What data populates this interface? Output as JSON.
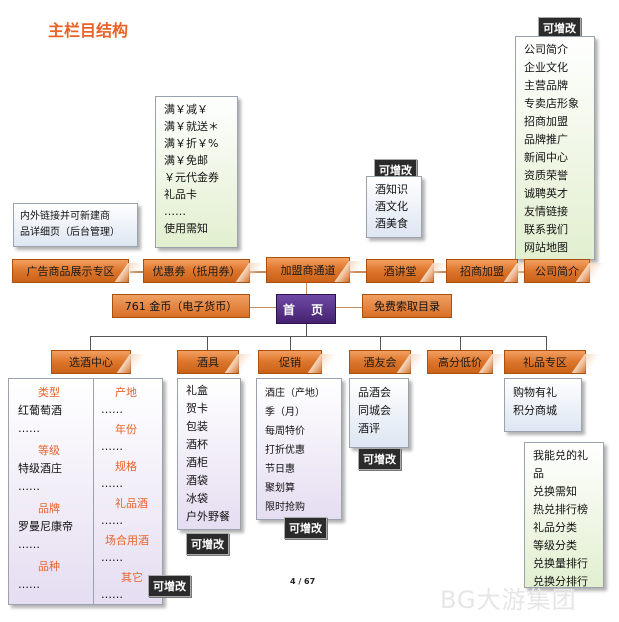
{
  "title": "主栏目结构",
  "page_number": "4 / 67",
  "watermark": "BG大游集团",
  "editable_label": "可增改",
  "home": "首 页",
  "top_nav": [
    "广告商品展示专区",
    "优惠券（抵用券）",
    "加盟商通道",
    "酒讲堂",
    "招商加盟",
    "公司简介"
  ],
  "currency": "761 金币（电子货币）",
  "catalog": "免费索取目录",
  "ad_note": [
    "内外链接并可新建商",
    "品详细页（后台管理）"
  ],
  "coupon_items": [
    "满￥减￥",
    "满￥就送＊",
    "满￥折￥%",
    "满￥免邮",
    "￥元代金券",
    "礼品卡",
    "……",
    "使用需知"
  ],
  "lecture_items": [
    "酒知识",
    "酒文化",
    "酒美食"
  ],
  "company_items": [
    "公司简介",
    "企业文化",
    "主营品牌",
    "专卖店形象",
    "招商加盟",
    "品牌推广",
    "新闻中心",
    "资质荣誉",
    "诚聘英才",
    "友情链接",
    "联系我们",
    "网站地图"
  ],
  "bottom_nav": [
    "选酒中心",
    "酒具",
    "促销",
    "酒友会",
    "高分低价",
    "礼品专区"
  ],
  "select_left": [
    {
      "text": "类型",
      "kind": "cat"
    },
    {
      "text": "红葡萄酒",
      "kind": "item"
    },
    {
      "text": "……",
      "kind": "item"
    },
    {
      "text": "等级",
      "kind": "cat"
    },
    {
      "text": "特级酒庄",
      "kind": "item"
    },
    {
      "text": "……",
      "kind": "item"
    },
    {
      "text": "品牌",
      "kind": "cat"
    },
    {
      "text": "罗曼尼康帝",
      "kind": "item"
    },
    {
      "text": "……",
      "kind": "item"
    },
    {
      "text": "品种",
      "kind": "cat"
    },
    {
      "text": "……",
      "kind": "item"
    }
  ],
  "select_right": [
    {
      "text": "产地",
      "kind": "cat"
    },
    {
      "text": "……",
      "kind": "item"
    },
    {
      "text": "年份",
      "kind": "cat"
    },
    {
      "text": "……",
      "kind": "item"
    },
    {
      "text": "规格",
      "kind": "cat"
    },
    {
      "text": "……",
      "kind": "item"
    },
    {
      "text": "礼品酒",
      "kind": "cat"
    },
    {
      "text": "……",
      "kind": "item"
    },
    {
      "text": "场合用酒",
      "kind": "cat"
    },
    {
      "text": "……",
      "kind": "item"
    },
    {
      "text": "其它",
      "kind": "cat"
    },
    {
      "text": "……",
      "kind": "item"
    }
  ],
  "ware_items": [
    "礼盒",
    "贺卡",
    "包装",
    "酒杯",
    "酒柜",
    "酒袋",
    "冰袋",
    "户外野餐"
  ],
  "promo_items": [
    "酒庄（产地）",
    "季（月）",
    "每周特价",
    "打折优惠",
    "节日惠",
    "聚划算",
    "限时抢购"
  ],
  "club_items": [
    "品酒会",
    "同城会",
    "酒评"
  ],
  "gift_items": [
    "购物有礼",
    "积分商城"
  ],
  "gift_sub_items": [
    "我能兑的礼",
    "品",
    "兑换需知",
    "热兑排行榜",
    "礼品分类",
    "等级分类",
    "兑换量排行",
    "兑换分排行"
  ],
  "colors": {
    "title": "#e8632a",
    "nav": "#df782f",
    "home": "#45226f",
    "category": "#e8632a"
  }
}
